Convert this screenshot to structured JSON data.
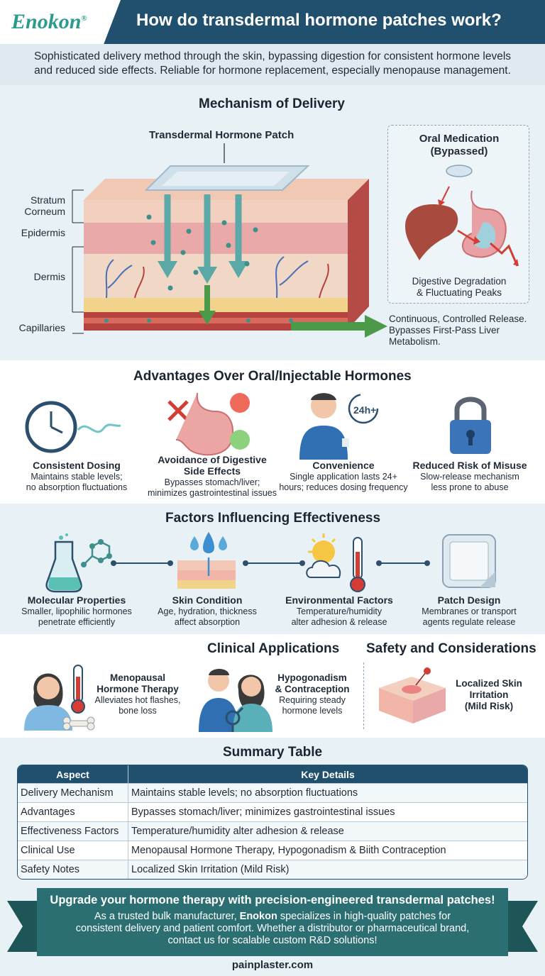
{
  "header": {
    "logo": "Enokon",
    "logo_mark": "®",
    "title": "How do transdermal hormone patches work?"
  },
  "intro": {
    "line1": "Sophisticated delivery method through the skin, bypassing digestion for consistent hormone levels",
    "line2": "and reduced side effects. Reliable for hormone replacement, especially menopause management."
  },
  "mechanism": {
    "title": "Mechanism of Delivery",
    "patch_label": "Transdermal Hormone Patch",
    "layers": [
      {
        "line1": "Stratum",
        "line2": "Corneum"
      },
      {
        "line1": "Epidermis",
        "line2": ""
      },
      {
        "line1": "Dermis",
        "line2": ""
      },
      {
        "line1": "Capillaries",
        "line2": ""
      }
    ],
    "oral": {
      "title_line1": "Oral Medication",
      "title_line2": "(Bypassed)",
      "caption_line1": "Digestive Degradation",
      "caption_line2": "& Fluctuating Peaks"
    },
    "release_line1": "Continuous, Controlled Release.",
    "release_line2": "Bypasses First-Pass Liver",
    "release_line3": "Metabolism."
  },
  "advantages": {
    "title": "Advantages Over Oral/Injectable Hormones",
    "items": [
      {
        "title1": "Consistent Dosing",
        "title2": "",
        "text1": "Maintains stable levels;",
        "text2": "no absorption fluctuations",
        "icon": "clock-icon"
      },
      {
        "title1": "Avoidance of Digestive",
        "title2": "Side Effects",
        "text1": "Bypasses stomach/liver;",
        "text2": "minimizes gastrointestinal issues",
        "icon": "stomach-icon"
      },
      {
        "title1": "Convenience",
        "title2": "",
        "text1": "Single application lasts 24+",
        "text2": "hours; reduces dosing frequency",
        "icon": "person-patch-icon"
      },
      {
        "title1": "Reduced Risk of Misuse",
        "title2": "",
        "text1": "Slow-release mechanism",
        "text2": "less prone to abuse",
        "icon": "padlock-icon"
      }
    ],
    "badge_24h": "24h+"
  },
  "factors": {
    "title": "Factors Influencing Effectiveness",
    "items": [
      {
        "title": "Molecular Properties",
        "text1": "Smaller, lipophilic hormones",
        "text2": "penetrate efficiently",
        "icon": "flask-molecule-icon"
      },
      {
        "title": "Skin Condition",
        "text1": "Age, hydration, thickness",
        "text2": "affect absorption",
        "icon": "skin-droplet-icon"
      },
      {
        "title": "Environmental Factors",
        "text1": "Temperature/humidity",
        "text2": "alter adhesion & release",
        "icon": "weather-thermometer-icon"
      },
      {
        "title": "Patch Design",
        "text1": "Membranes or transport",
        "text2": "agents regulate release",
        "icon": "patch-icon"
      }
    ]
  },
  "clinical": {
    "title": "Clinical Applications",
    "items": [
      {
        "title1": "Menopausal",
        "title2": "Hormone Therapy",
        "text1": "Alleviates hot flashes,",
        "text2": "bone loss",
        "icon": "woman-thermometer-icon"
      },
      {
        "title1": "Hypogonadism",
        "title2": "& Contraception",
        "text1": "Requiring steady",
        "text2": "hormone levels",
        "icon": "couple-gender-icon"
      }
    ]
  },
  "safety": {
    "title": "Safety and Considerations",
    "item_line1": "Localized Skin",
    "item_line2": "Irritation",
    "item_line3": "(Mild Risk)"
  },
  "summary": {
    "title": "Summary Table",
    "headers": [
      "Aspect",
      "Key Details"
    ],
    "rows": [
      [
        "Delivery Mechanism",
        "Maintains stable levels; no absorption fluctuations"
      ],
      [
        "Advantages",
        "Bypasses stomach/liver; minimizes gastrointestinal issues"
      ],
      [
        "Effectiveness Factors",
        "Temperature/humidity alter adhesion & release"
      ],
      [
        "Clinical Use",
        "Menopausal Hormone Therapy, Hypogonadism & Biith Contraception"
      ],
      [
        "Safety Notes",
        "Localized Skin Irritation (Mild Risk)"
      ]
    ]
  },
  "banner": {
    "headline": "Upgrade your hormone therapy with precision-engineered transdermal patches!",
    "body_pre": "As a trusted bulk manufacturer, ",
    "body_brand": "Enokon",
    "body_post1": " specializes in high-quality patches for",
    "body_line2": "consistent delivery and patient comfort. Whether a distributor or pharmaceutical brand,",
    "body_line3": "contact us for scalable custom R&D solutions!",
    "website": "painplaster.com"
  }
}
